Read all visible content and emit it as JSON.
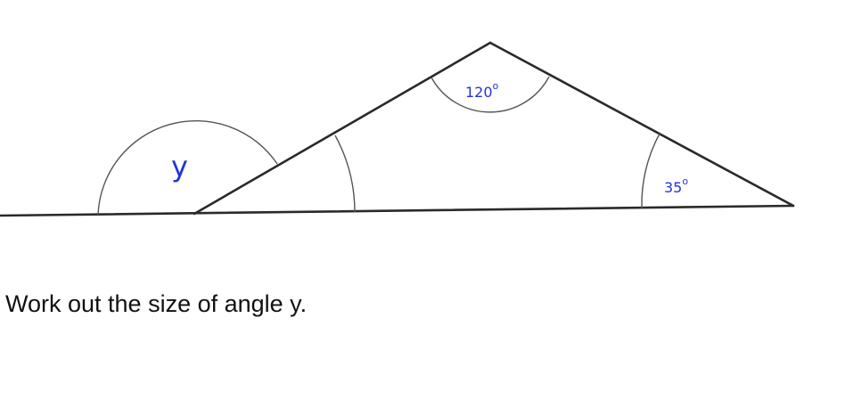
{
  "diagram": {
    "angles": {
      "apex": "120",
      "right": "35",
      "exterior": "y"
    },
    "degree_symbol": "o",
    "colors": {
      "label": "#2233dd",
      "line": "#2a2a2a"
    }
  },
  "question": {
    "text": "Work out the size of angle y."
  }
}
